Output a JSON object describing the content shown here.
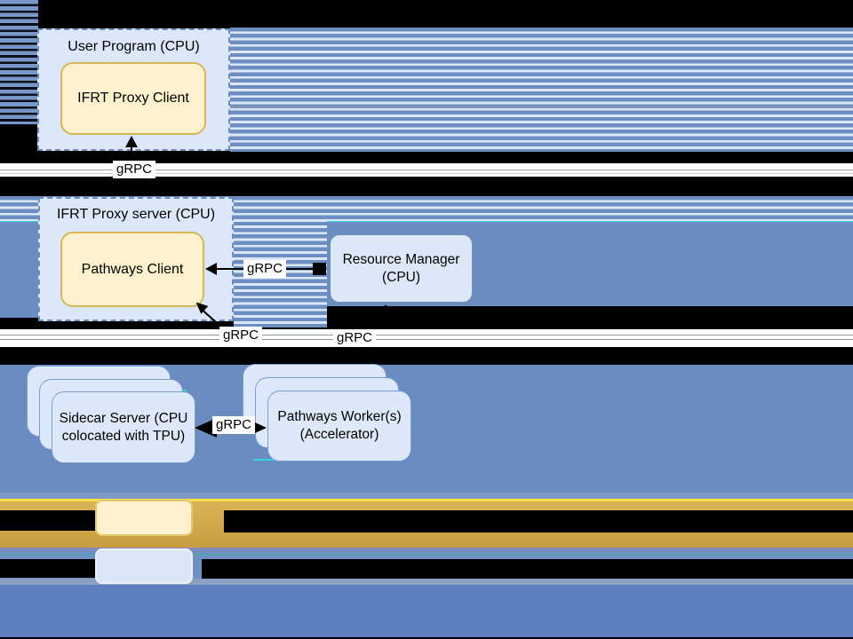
{
  "diagram": {
    "user_program": {
      "title": "User Program (CPU)",
      "inner": "IFRT Proxy Client"
    },
    "proxy_server": {
      "title": "IFRT Proxy server (CPU)",
      "inner": "Pathways Client"
    },
    "resource_manager": {
      "line1": "Resource Manager",
      "line2": "(CPU)"
    },
    "sidecar_stack": {
      "line1": "Sidecar Server (CPU",
      "line2": "colocated with TPU)"
    },
    "worker_stack": {
      "line1": "Pathways Worker(s)",
      "line2": "(Accelerator)"
    },
    "edges": {
      "grpc_client_proxy": "gRPC",
      "grpc_client_rm": "gRPC",
      "grpc_client_workers": "gRPC",
      "grpc_rm_workers": "gRPC",
      "grpc_sidecar_workers": "gRPC"
    }
  },
  "legend": {
    "yellow_swatch_color": "#fdf2cd",
    "blue_swatch_color": "#dbe7f8"
  },
  "colors": {
    "background_blue": "#6a8cc0",
    "stripe_blue": "#6d8ec2",
    "stripe_light": "#dce8f7",
    "gold_band_top": "#d9b456",
    "gold_band_bottom": "#c79e3e",
    "box_blue_fill": "#dce8f9",
    "box_blue_border": "#6c8ebf",
    "box_yellow_fill": "#fdf2cd",
    "box_yellow_border": "#d6b656",
    "glitch_cyan": "#35d2e4"
  }
}
